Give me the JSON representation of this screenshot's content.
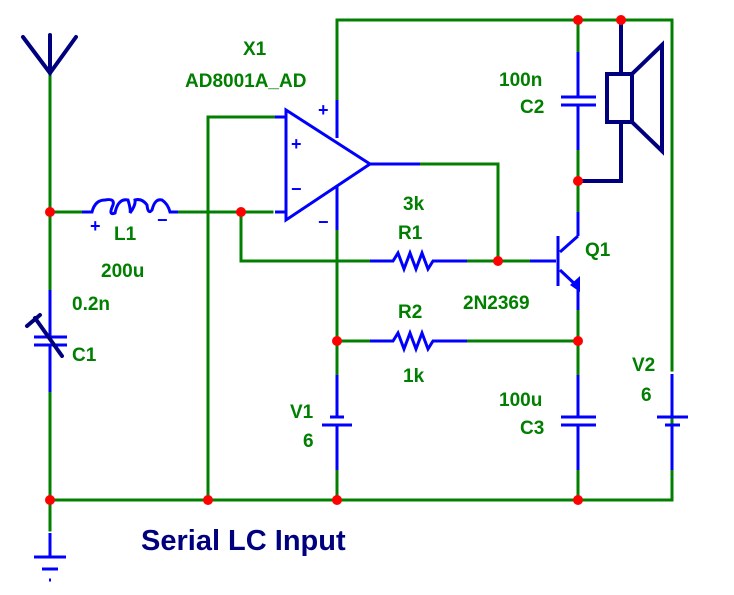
{
  "title": "Serial LC Input",
  "colors": {
    "wire": "#007f00",
    "component": "#0000ff",
    "symbol": "#00007f",
    "junction": "#ff0000",
    "label": "#007f00"
  },
  "components": {
    "opamp": {
      "ref": "X1",
      "model": "AD8001A_AD",
      "pin_plus": "+",
      "pin_minus": "−",
      "supply_plus": "+",
      "supply_minus": "−"
    },
    "inductor": {
      "ref": "L1",
      "value": "200u",
      "pin_plus": "+",
      "pin_minus": "−"
    },
    "c1": {
      "ref": "C1",
      "value": "0.2n"
    },
    "c2": {
      "ref": "C2",
      "value": "100n"
    },
    "c3": {
      "ref": "C3",
      "value": "100u"
    },
    "r1": {
      "ref": "R1",
      "value": "3k"
    },
    "r2": {
      "ref": "R2",
      "value": "1k"
    },
    "q1": {
      "ref": "Q1",
      "model": "2N2369"
    },
    "v1": {
      "ref": "V1",
      "value": "6"
    },
    "v2": {
      "ref": "V2",
      "value": "6"
    }
  }
}
